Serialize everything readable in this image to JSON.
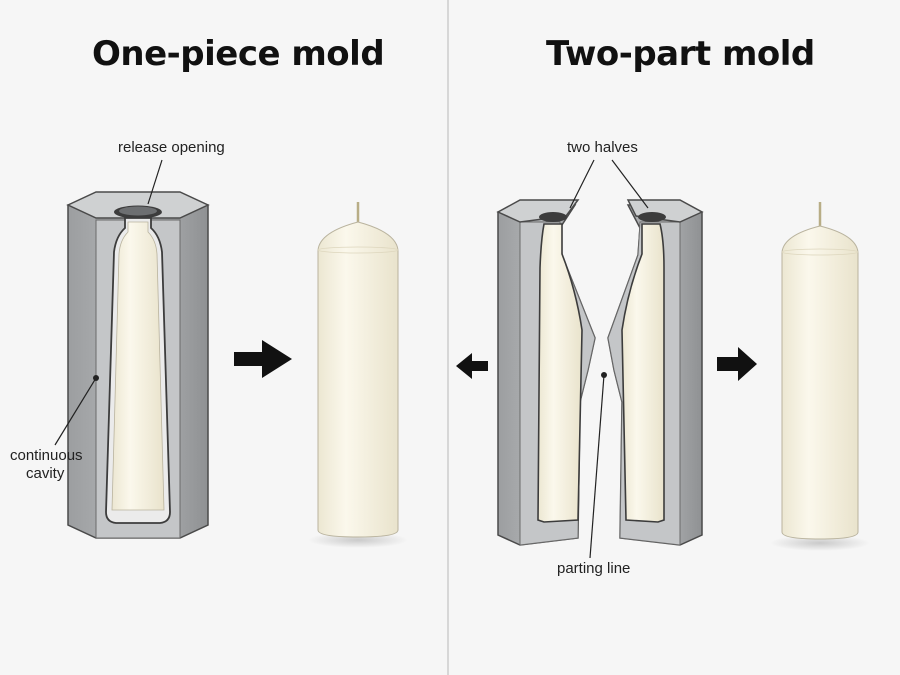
{
  "panels": {
    "left": {
      "title": "One-piece mold",
      "labels": {
        "release_opening": "release opening",
        "continuous": "continuous",
        "cavity": "cavity"
      }
    },
    "right": {
      "title": "Two-part mold",
      "labels": {
        "two_halves": "two halves",
        "parting_line": "parting line"
      }
    }
  },
  "colors": {
    "mold_gray": "#a9abad",
    "mold_top": "#c9cbcc",
    "mold_edge": "#4a4a4a",
    "candle": "#f7f3e3",
    "arrow": "#111111",
    "panel_bg": "#f6f6f6"
  },
  "icons": [
    "arrow-right-icon",
    "arrow-left-icon"
  ]
}
